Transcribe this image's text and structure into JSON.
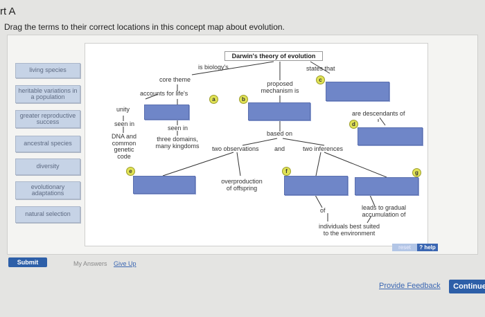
{
  "part_label": "rt A",
  "instructions": "Drag the terms to their correct locations in this concept map about evolution.",
  "terms": [
    "living species",
    "heritable variations in a population",
    "greater reproductive success",
    "ancestral species",
    "diversity",
    "evolutionary adaptations",
    "natural selection"
  ],
  "map": {
    "title": "Darwin's theory of evolution",
    "labels": {
      "is_biologys": "is biology's",
      "states_that": "states that",
      "core_theme": "core theme",
      "proposed_mechanism": "proposed mechanism is",
      "accounts_for": "accounts for life's",
      "unity": "unity",
      "are_descendants": "are descendants of",
      "seen_in_1": "seen in",
      "seen_in_2": "seen in",
      "based_on": "based on",
      "dna": "DNA and common genetic code",
      "three_domains": "three domains, many kingdoms",
      "two_observations": "two observations",
      "and": "and",
      "two_inferences": "two inferences",
      "overproduction": "overproduction of offspring",
      "of": "of",
      "leads_to": "leads to gradual accumulation of",
      "individuals": "individuals best suited to the environment"
    },
    "markers": {
      "a": "a",
      "b": "b",
      "c": "c",
      "d": "d",
      "e": "e",
      "f": "f",
      "g": "g"
    }
  },
  "buttons": {
    "reset": "reset",
    "help": "? help",
    "submit": "Submit",
    "my_answers": "My Answers",
    "give_up": "Give Up",
    "provide_feedback": "Provide Feedback",
    "continue": "Continue"
  },
  "colors": {
    "term_bg": "#c6d3e6",
    "drop_target": "#6f86c8",
    "marker": "#e0e255",
    "brand": "#2d5fa8"
  }
}
